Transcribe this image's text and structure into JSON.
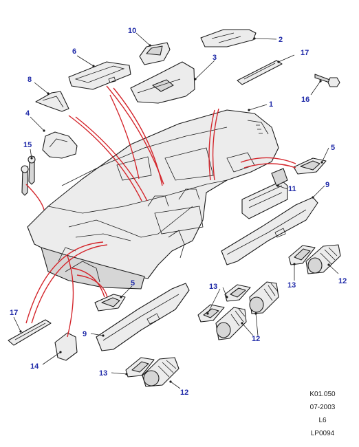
{
  "part_numbers": {
    "p1": "1",
    "p2": "2",
    "p3": "3",
    "p4": "4",
    "p5": "5",
    "p6": "6",
    "p8": "8",
    "p9": "9",
    "p10": "10",
    "p11": "11",
    "p12": "12",
    "p13": "13",
    "p14": "14",
    "p15": "15",
    "p16": "16",
    "p17": "17"
  },
  "reference": {
    "code": "K01.050",
    "date": "07-2003",
    "model": "L6",
    "plate": "LP0094"
  },
  "colors": {
    "callout_numbers": "#1f2aa8",
    "callout_lines": "#d4262c",
    "linework": "#1a1a1a"
  }
}
